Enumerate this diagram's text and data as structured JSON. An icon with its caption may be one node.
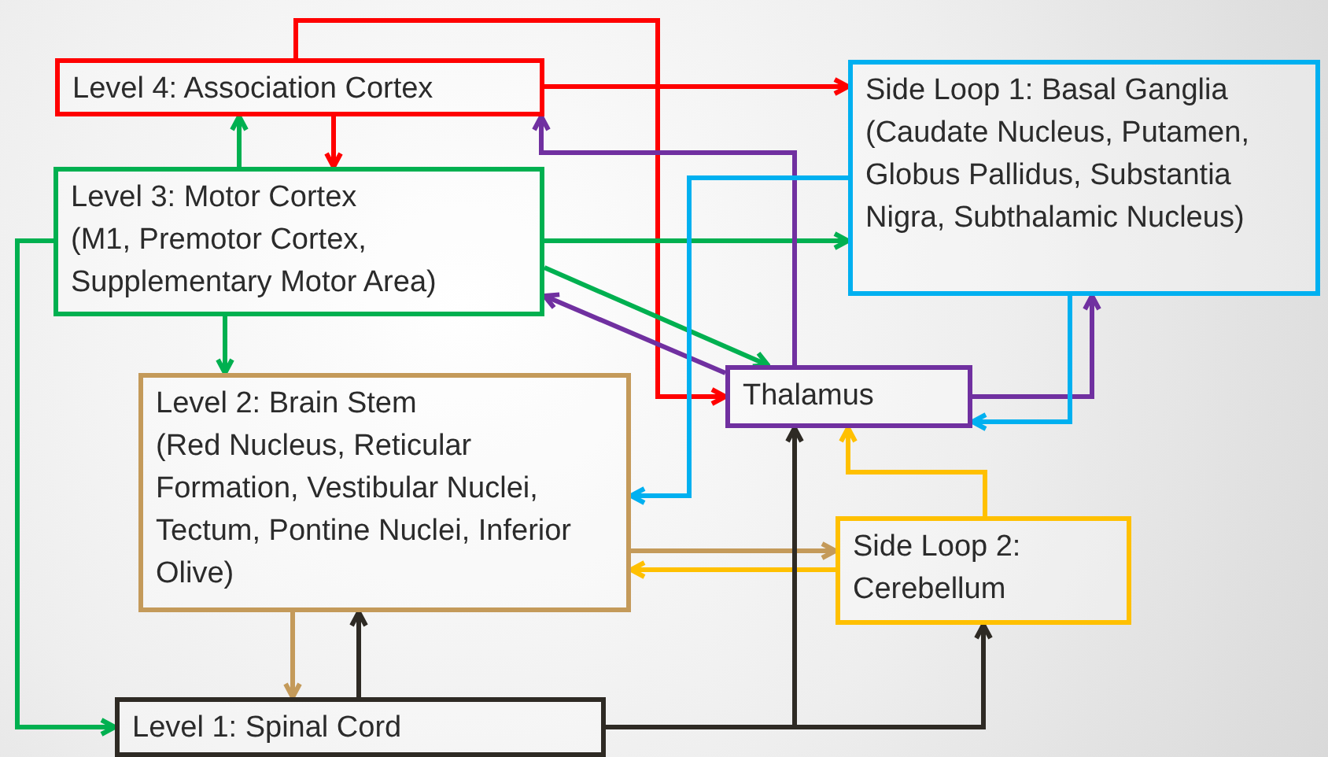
{
  "diagram": {
    "nodes": [
      {
        "text": [
          "Level 4: Association Cortex"
        ]
      },
      {
        "text": [
          "Level 3: Motor Cortex",
          "(M1, Premotor Cortex, Supplementary Motor Area)"
        ]
      },
      {
        "text": [
          "Side Loop 1: Basal Ganglia",
          "(Caudate Nucleus, Putamen, Globus Pallidus, Substantia Nigra, Subthalamic Nucleus)"
        ]
      },
      {
        "text": [
          "Thalamus"
        ]
      },
      {
        "text": [
          "Level 2: Brain Stem",
          "(Red Nucleus, Reticular Formation, Vestibular Nuclei, Tectum, Pontine Nuclei, Inferior Olive)"
        ]
      },
      {
        "text": [
          "Side Loop 2: Cerebellum"
        ]
      },
      {
        "text": [
          "Level 1: Spinal Cord"
        ]
      }
    ],
    "edges": [
      {
        "from": 0,
        "to": 2,
        "arrow": "to",
        "color": "#ff0000"
      },
      {
        "from": 0,
        "to": 3,
        "arrow": "to",
        "color": "#ff0000"
      },
      {
        "from": 0,
        "to": 1,
        "arrow": "to",
        "color": "#ff0000"
      },
      {
        "from": 1,
        "to": 0,
        "arrow": "to",
        "color": "#00b050"
      },
      {
        "from": 1,
        "to": 2,
        "arrow": "to",
        "color": "#00b050"
      },
      {
        "from": 1,
        "to": 3,
        "arrow": "to",
        "color": "#00b050"
      },
      {
        "from": 1,
        "to": 4,
        "arrow": "to",
        "color": "#00b050"
      },
      {
        "from": 1,
        "to": 6,
        "arrow": "to",
        "color": "#00b050"
      },
      {
        "from": 3,
        "to": 0,
        "arrow": "to",
        "color": "#7030a0"
      },
      {
        "from": 3,
        "to": 1,
        "arrow": "to",
        "color": "#7030a0"
      },
      {
        "from": 3,
        "to": 2,
        "arrow": "to",
        "color": "#7030a0"
      },
      {
        "from": 2,
        "to": 3,
        "arrow": "to",
        "color": "#00b0f0"
      },
      {
        "from": 2,
        "to": 4,
        "arrow": "to",
        "color": "#00b0f0"
      },
      {
        "from": 4,
        "to": 5,
        "arrow": "to",
        "color": "#c49a5a"
      },
      {
        "from": 5,
        "to": 4,
        "arrow": "to",
        "color": "#ffc000"
      },
      {
        "from": 5,
        "to": 3,
        "arrow": "to",
        "color": "#ffc000"
      },
      {
        "from": 4,
        "to": 6,
        "arrow": "to",
        "color": "#c49a5a"
      },
      {
        "from": 6,
        "to": 4,
        "arrow": "to",
        "color": "#2e2a24"
      },
      {
        "from": 6,
        "to": 3,
        "arrow": "to",
        "color": "#2e2a24"
      },
      {
        "from": 6,
        "to": 5,
        "arrow": "to",
        "color": "#2e2a24"
      }
    ]
  }
}
